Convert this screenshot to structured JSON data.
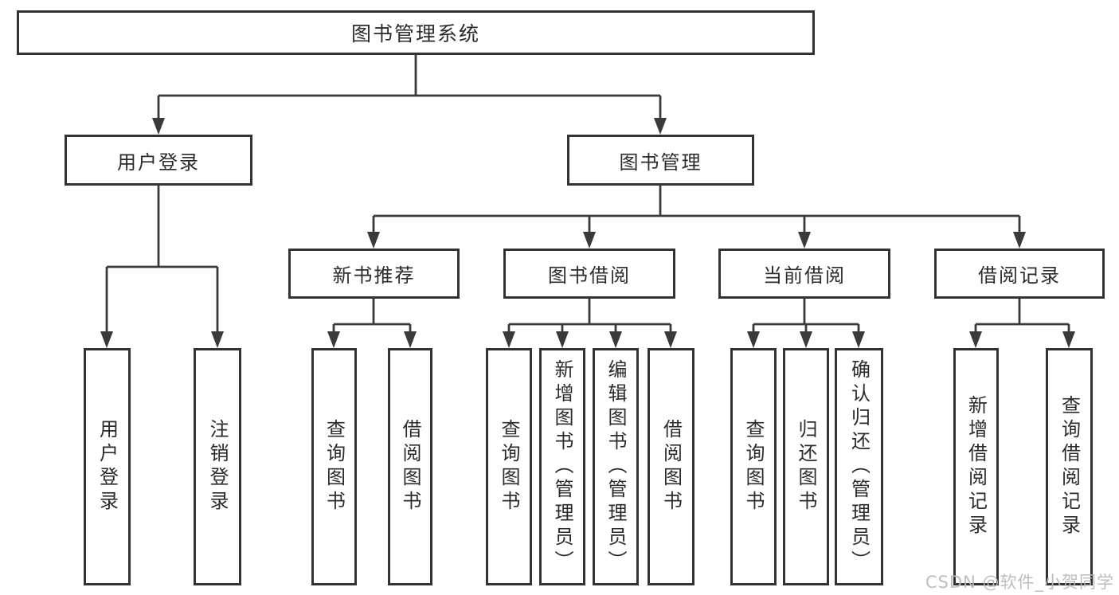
{
  "diagram": {
    "root": {
      "label": "图书管理系统"
    },
    "level2": [
      {
        "label": "用户登录"
      },
      {
        "label": "图书管理"
      }
    ],
    "level3": [
      {
        "label": "新书推荐"
      },
      {
        "label": "图书借阅"
      },
      {
        "label": "当前借阅"
      },
      {
        "label": "借阅记录"
      }
    ],
    "leaves": [
      {
        "label": "用户登录"
      },
      {
        "label": "注销登录"
      },
      {
        "label": "查询图书"
      },
      {
        "label": "借阅图书"
      },
      {
        "label": "查询图书"
      },
      {
        "label": "新增图书（管理员）"
      },
      {
        "label": "编辑图书（管理员）"
      },
      {
        "label": "借阅图书"
      },
      {
        "label": "查询图书"
      },
      {
        "label": "归还图书"
      },
      {
        "label": "确认归还（管理员）"
      },
      {
        "label": "新增借阅记录"
      },
      {
        "label": "查询借阅记录"
      }
    ],
    "watermark": "CSDN @软件_小贺同学"
  },
  "colors": {
    "line": "#3a3a3a",
    "box_border": "#333333",
    "text": "#2b2b2b",
    "watermark": "#bababa",
    "background": "#ffffff"
  }
}
